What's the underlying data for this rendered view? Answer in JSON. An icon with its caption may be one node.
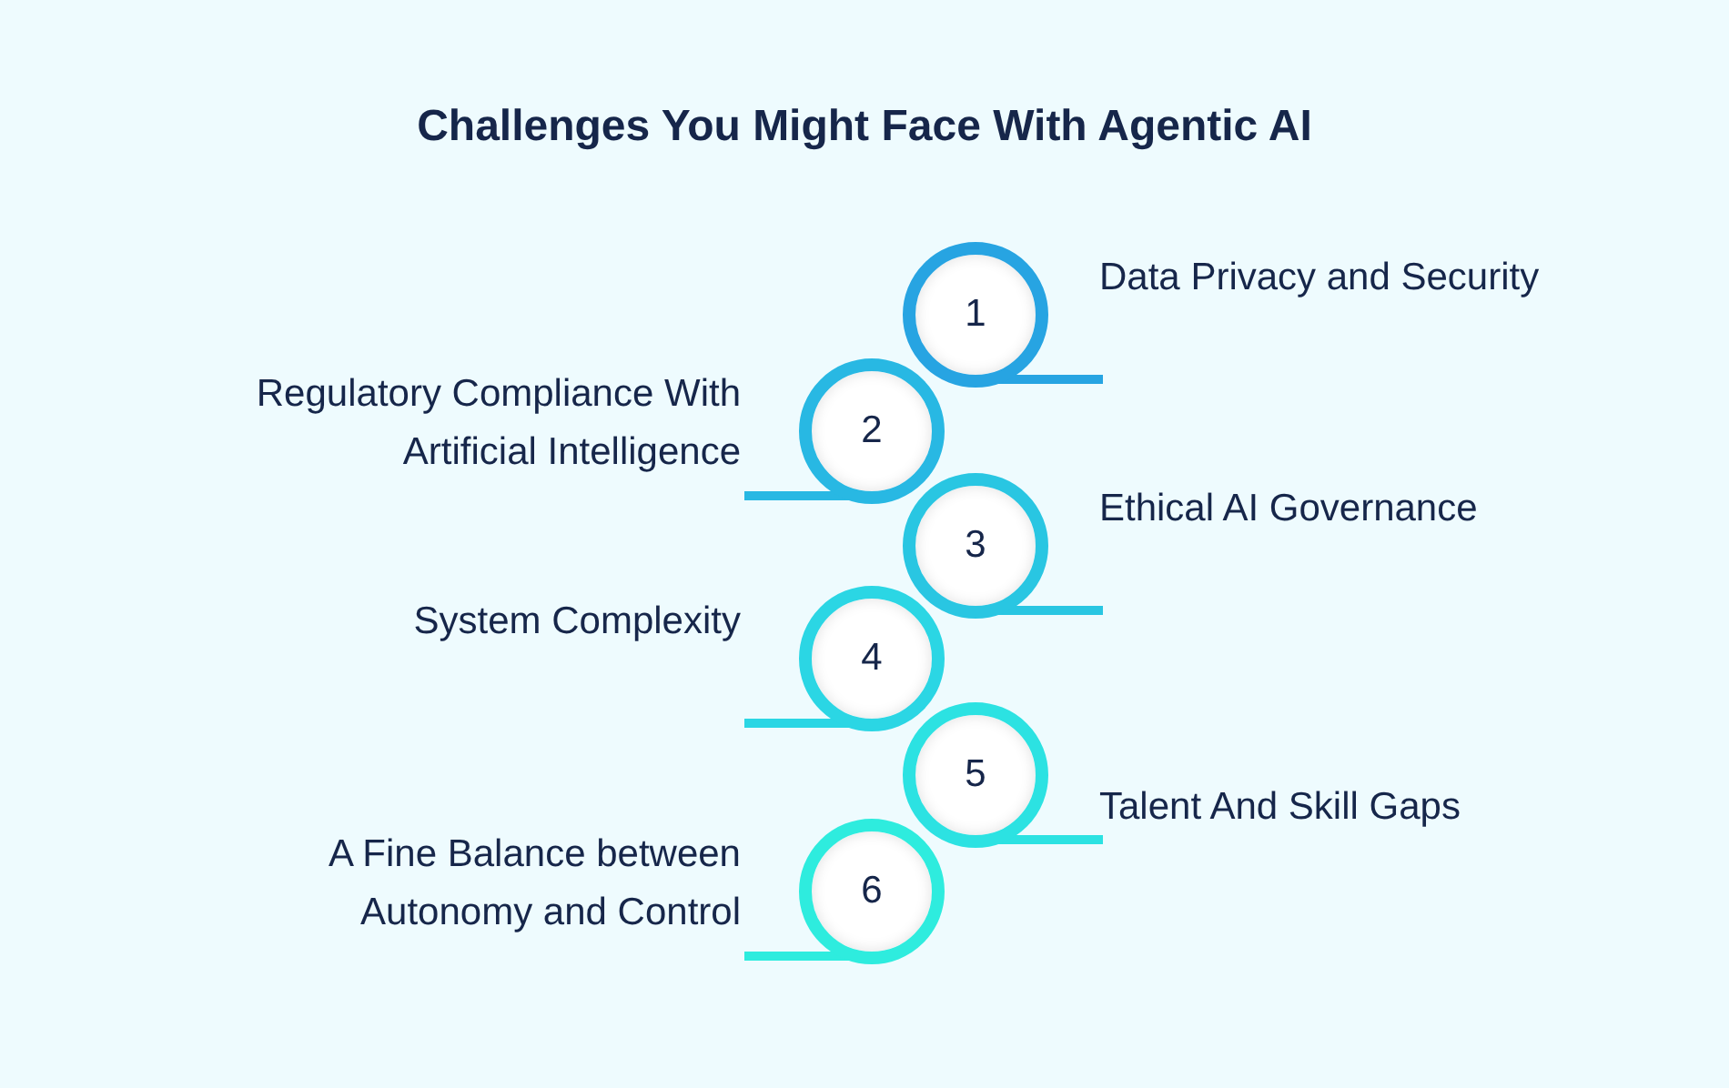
{
  "diagram": {
    "title": "Challenges You Might Face With Agentic AI",
    "nodes": [
      {
        "text": [
          "1"
        ],
        "beside": [
          "Data Privacy and Security"
        ]
      },
      {
        "text": [
          "2"
        ],
        "beside": [
          "Regulatory Compliance With Artificial Intelligence"
        ]
      },
      {
        "text": [
          "3"
        ],
        "beside": [
          "Ethical AI Governance"
        ]
      },
      {
        "text": [
          "4"
        ],
        "beside": [
          "System Complexity"
        ]
      },
      {
        "text": [
          "5"
        ],
        "beside": [
          "Talent And Skill Gaps"
        ]
      },
      {
        "text": [
          "6"
        ],
        "beside": [
          "A Fine Balance between Autonomy and Control"
        ]
      }
    ]
  }
}
